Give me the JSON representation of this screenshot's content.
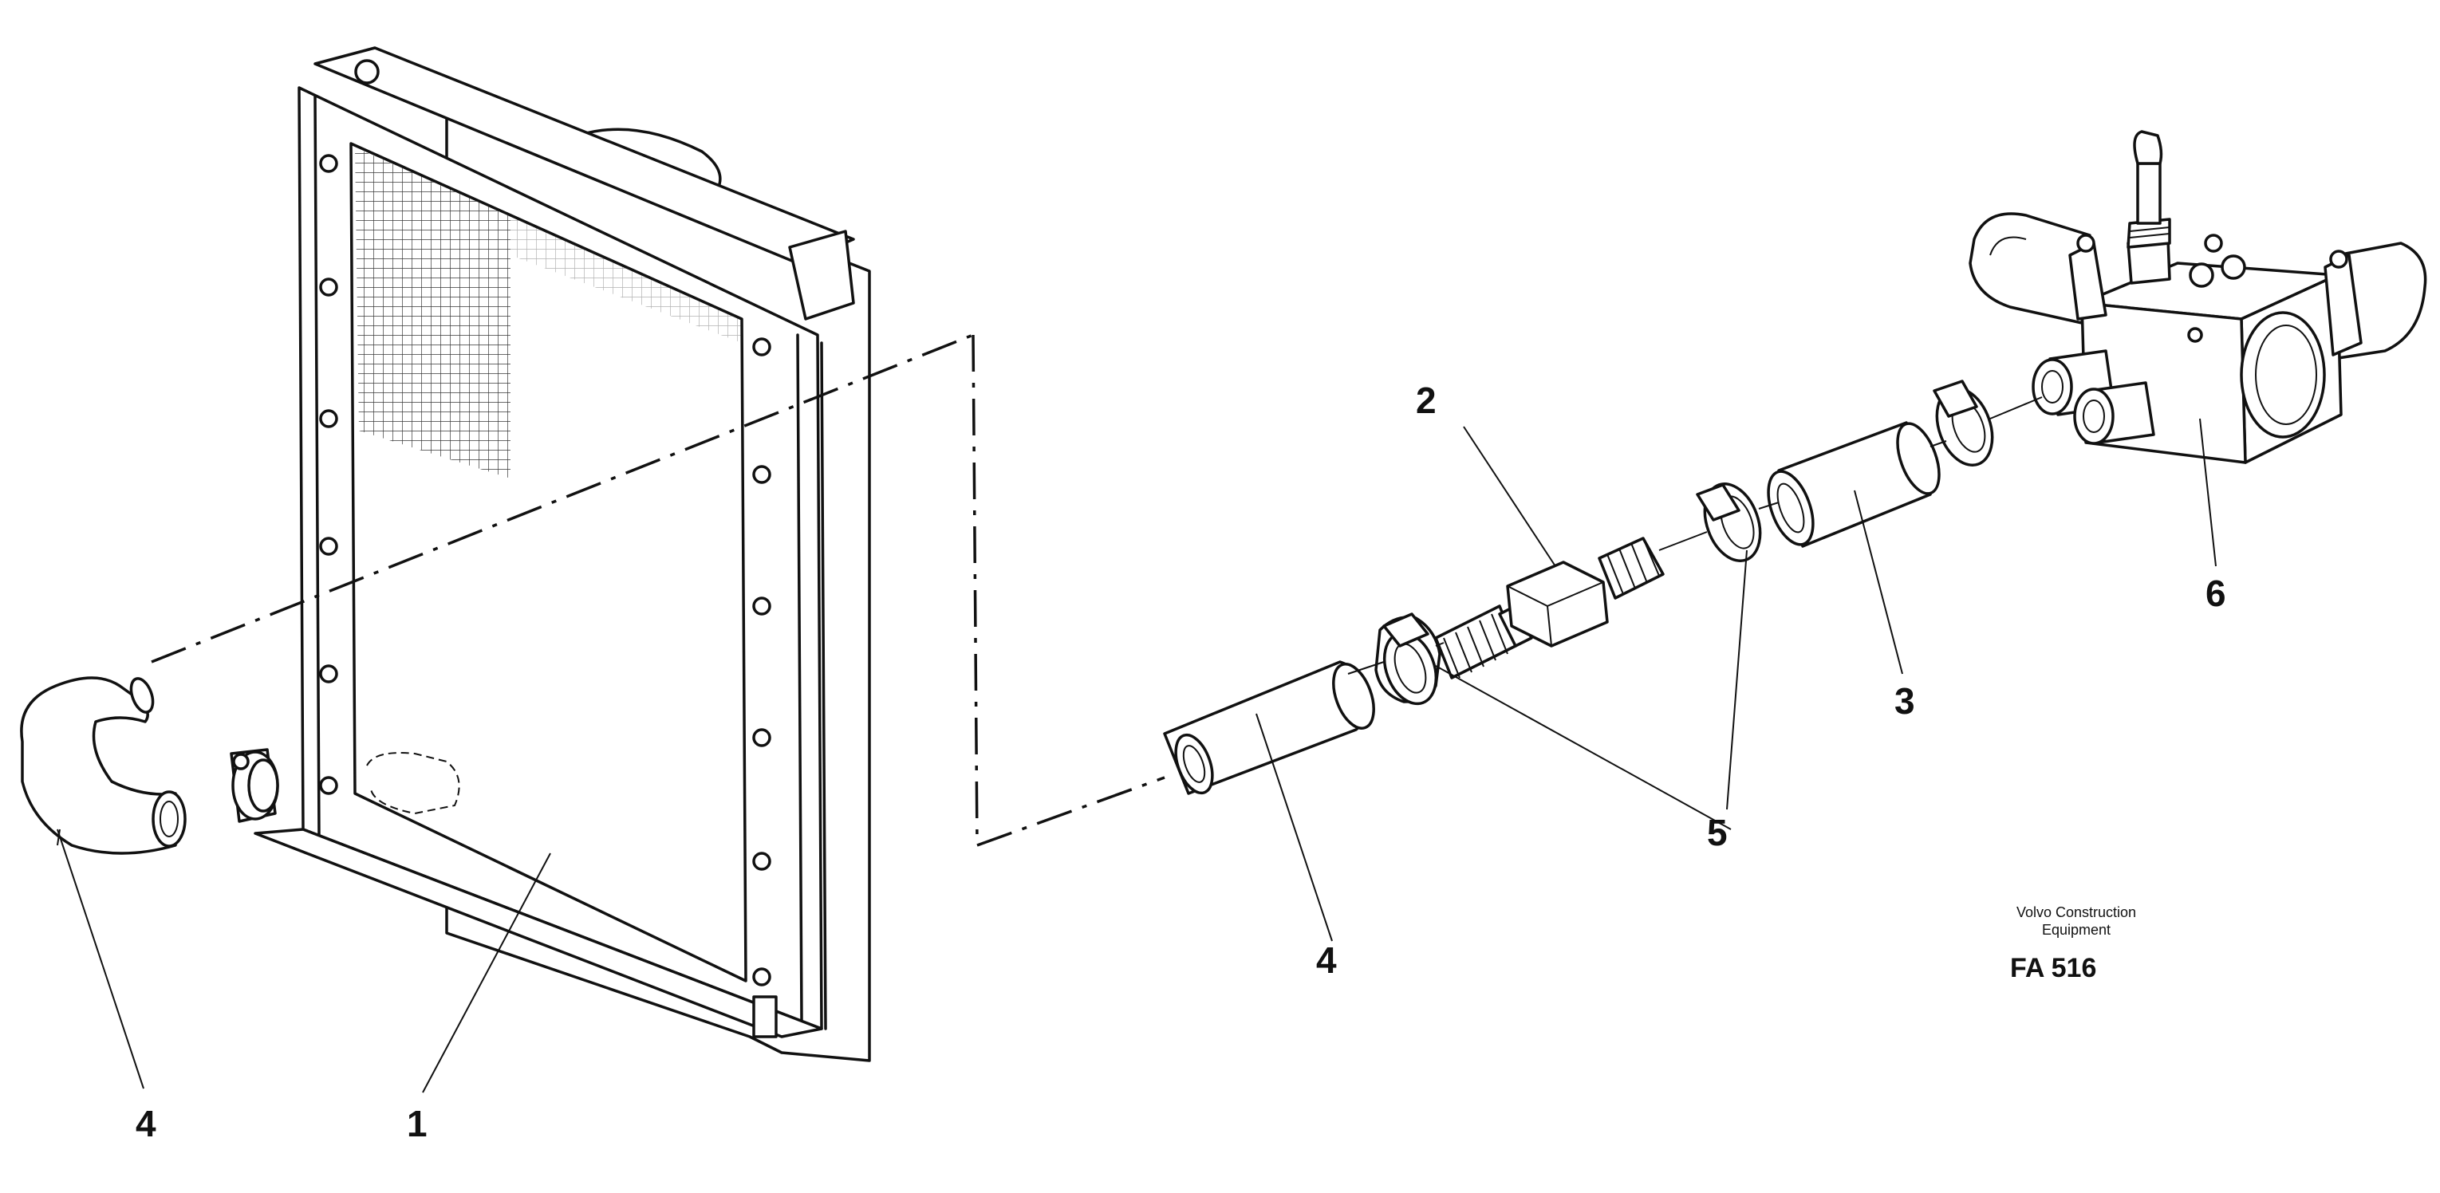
{
  "callouts": {
    "c1": "1",
    "c2": "2",
    "c3": "3",
    "c4_left": "4",
    "c4_mid": "4",
    "c5": "5",
    "c6": "6"
  },
  "footer": {
    "brand_line1": "Volvo Construction",
    "brand_line2": "Equipment",
    "code": "FA 516"
  }
}
